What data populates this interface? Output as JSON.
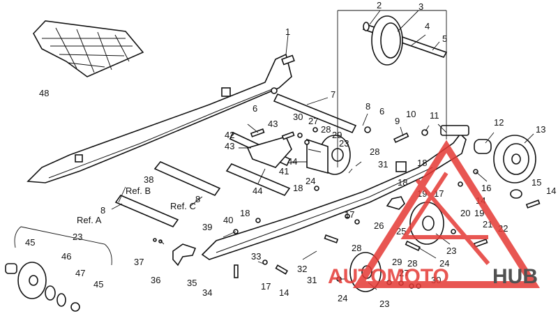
{
  "callouts": [
    "1",
    "2",
    "3",
    "4",
    "5",
    "6",
    "6",
    "7",
    "8",
    "8",
    "8",
    "9",
    "10",
    "11",
    "12",
    "13",
    "14",
    "14",
    "14",
    "15",
    "16",
    "17",
    "17",
    "17",
    "18",
    "18",
    "18",
    "18",
    "19",
    "19",
    "20",
    "21",
    "22",
    "23",
    "23",
    "23",
    "23",
    "24",
    "24",
    "24",
    "25",
    "26",
    "27",
    "27",
    "28",
    "28",
    "28",
    "28",
    "29",
    "29",
    "30",
    "30",
    "31",
    "31",
    "32",
    "33",
    "34",
    "35",
    "36",
    "37",
    "38",
    "39",
    "40",
    "41",
    "42",
    "43",
    "43",
    "44",
    "44",
    "45",
    "45",
    "46",
    "47",
    "48"
  ],
  "references": {
    "ref_a": "Ref. A",
    "ref_b": "Ref. B",
    "ref_c": "Ref. C"
  },
  "watermark": {
    "text_left": "AUTOMOTO",
    "text_right": "HUB",
    "accent_color": "#e53935",
    "dark_color": "#333333"
  }
}
